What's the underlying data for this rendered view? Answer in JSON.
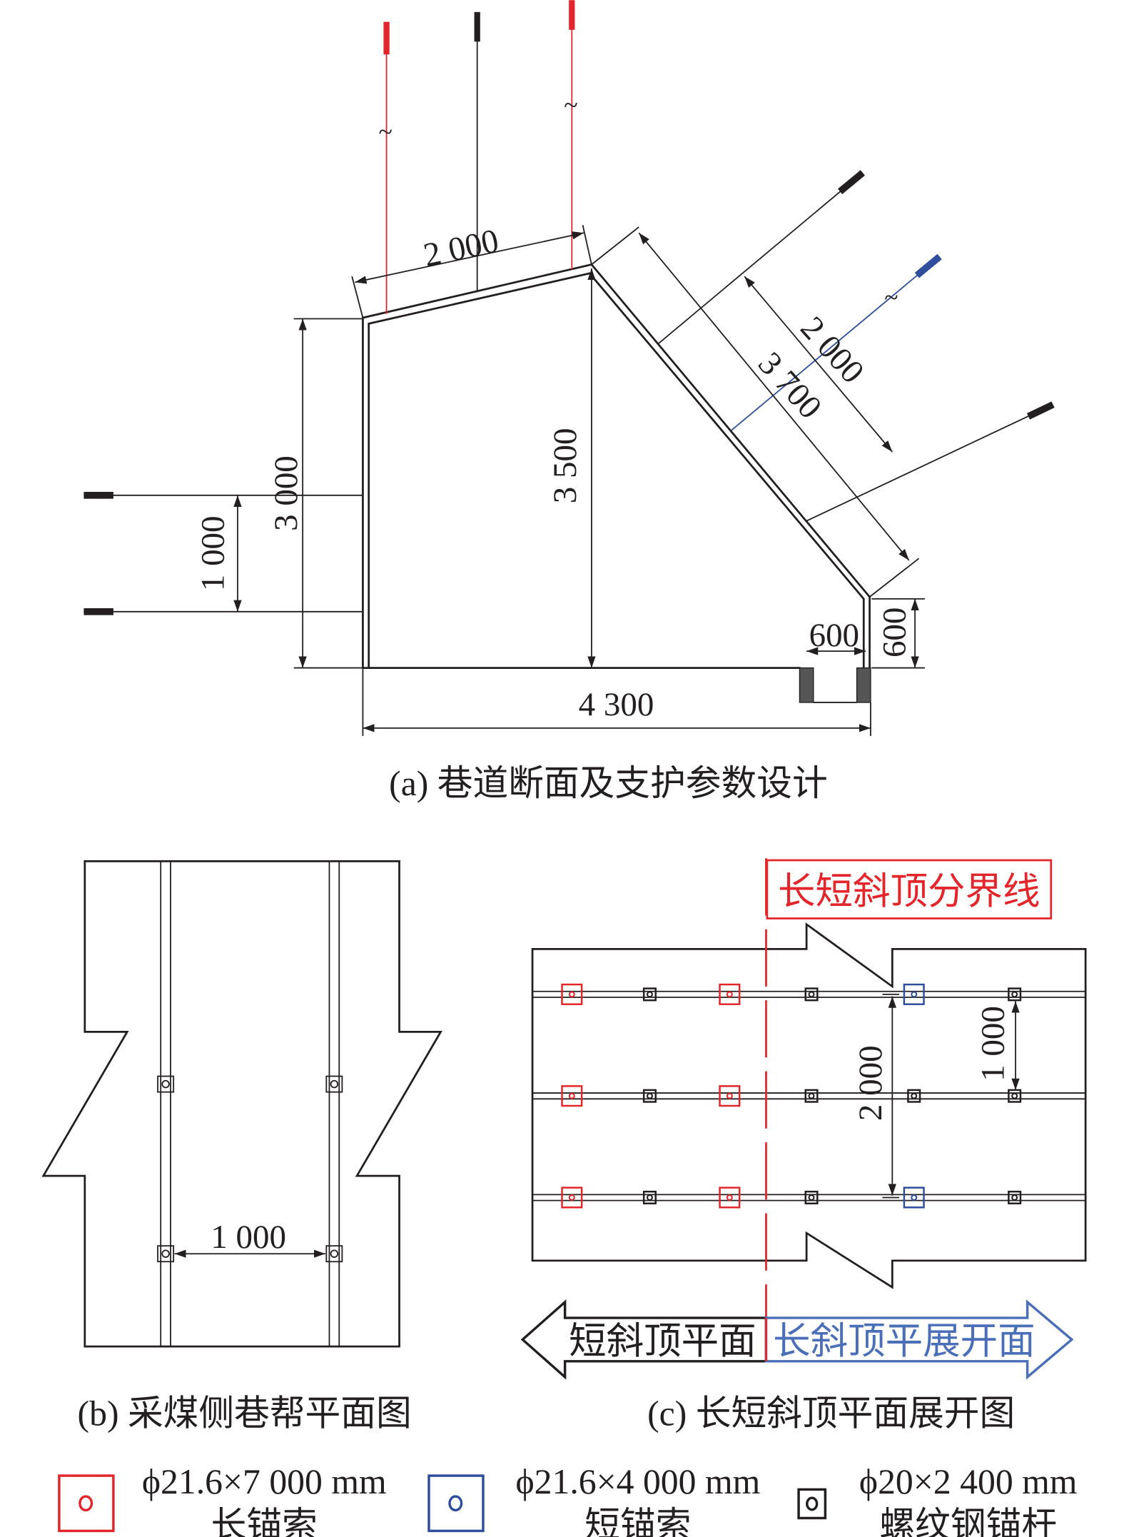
{
  "colors": {
    "long_cable": "#e3262b",
    "short_cable": "#2f4e9e",
    "bolt": "#231f20"
  },
  "panel_a": {
    "dims": {
      "roof_width": "2 000",
      "left_height": "3 000",
      "bolt_spacing": "1 000",
      "center_height": "3 500",
      "slope_short": "2 000",
      "slope_long": "3 700",
      "bottom_offset_h": "600",
      "bottom_offset_v": "600",
      "floor_width": "4 300"
    },
    "caption": "(a) 巷道断面及支护参数设计"
  },
  "panel_b": {
    "dims": {
      "spacing": "1 000"
    },
    "caption": "(b) 采煤侧巷帮平面图"
  },
  "panel_c": {
    "boundary_label": "长短斜顶分界线",
    "dims": {
      "row_spacing_long": "2 000",
      "row_spacing_bolt": "1 000"
    },
    "left_arrow_label": "短斜顶平面",
    "right_arrow_label": "长斜顶平展开面",
    "caption": "(c) 长短斜顶平面展开图"
  },
  "legend": [
    {
      "spec": "ϕ21.6×7 000 mm",
      "name": "长锚索",
      "icon": "long-anchor-cable-icon"
    },
    {
      "spec": "ϕ21.6×4 000 mm",
      "name": "短锚索",
      "icon": "short-anchor-cable-icon"
    },
    {
      "spec": "ϕ20×2 400 mm",
      "name": "螺纹钢锚杆",
      "icon": "rebar-bolt-icon"
    }
  ]
}
